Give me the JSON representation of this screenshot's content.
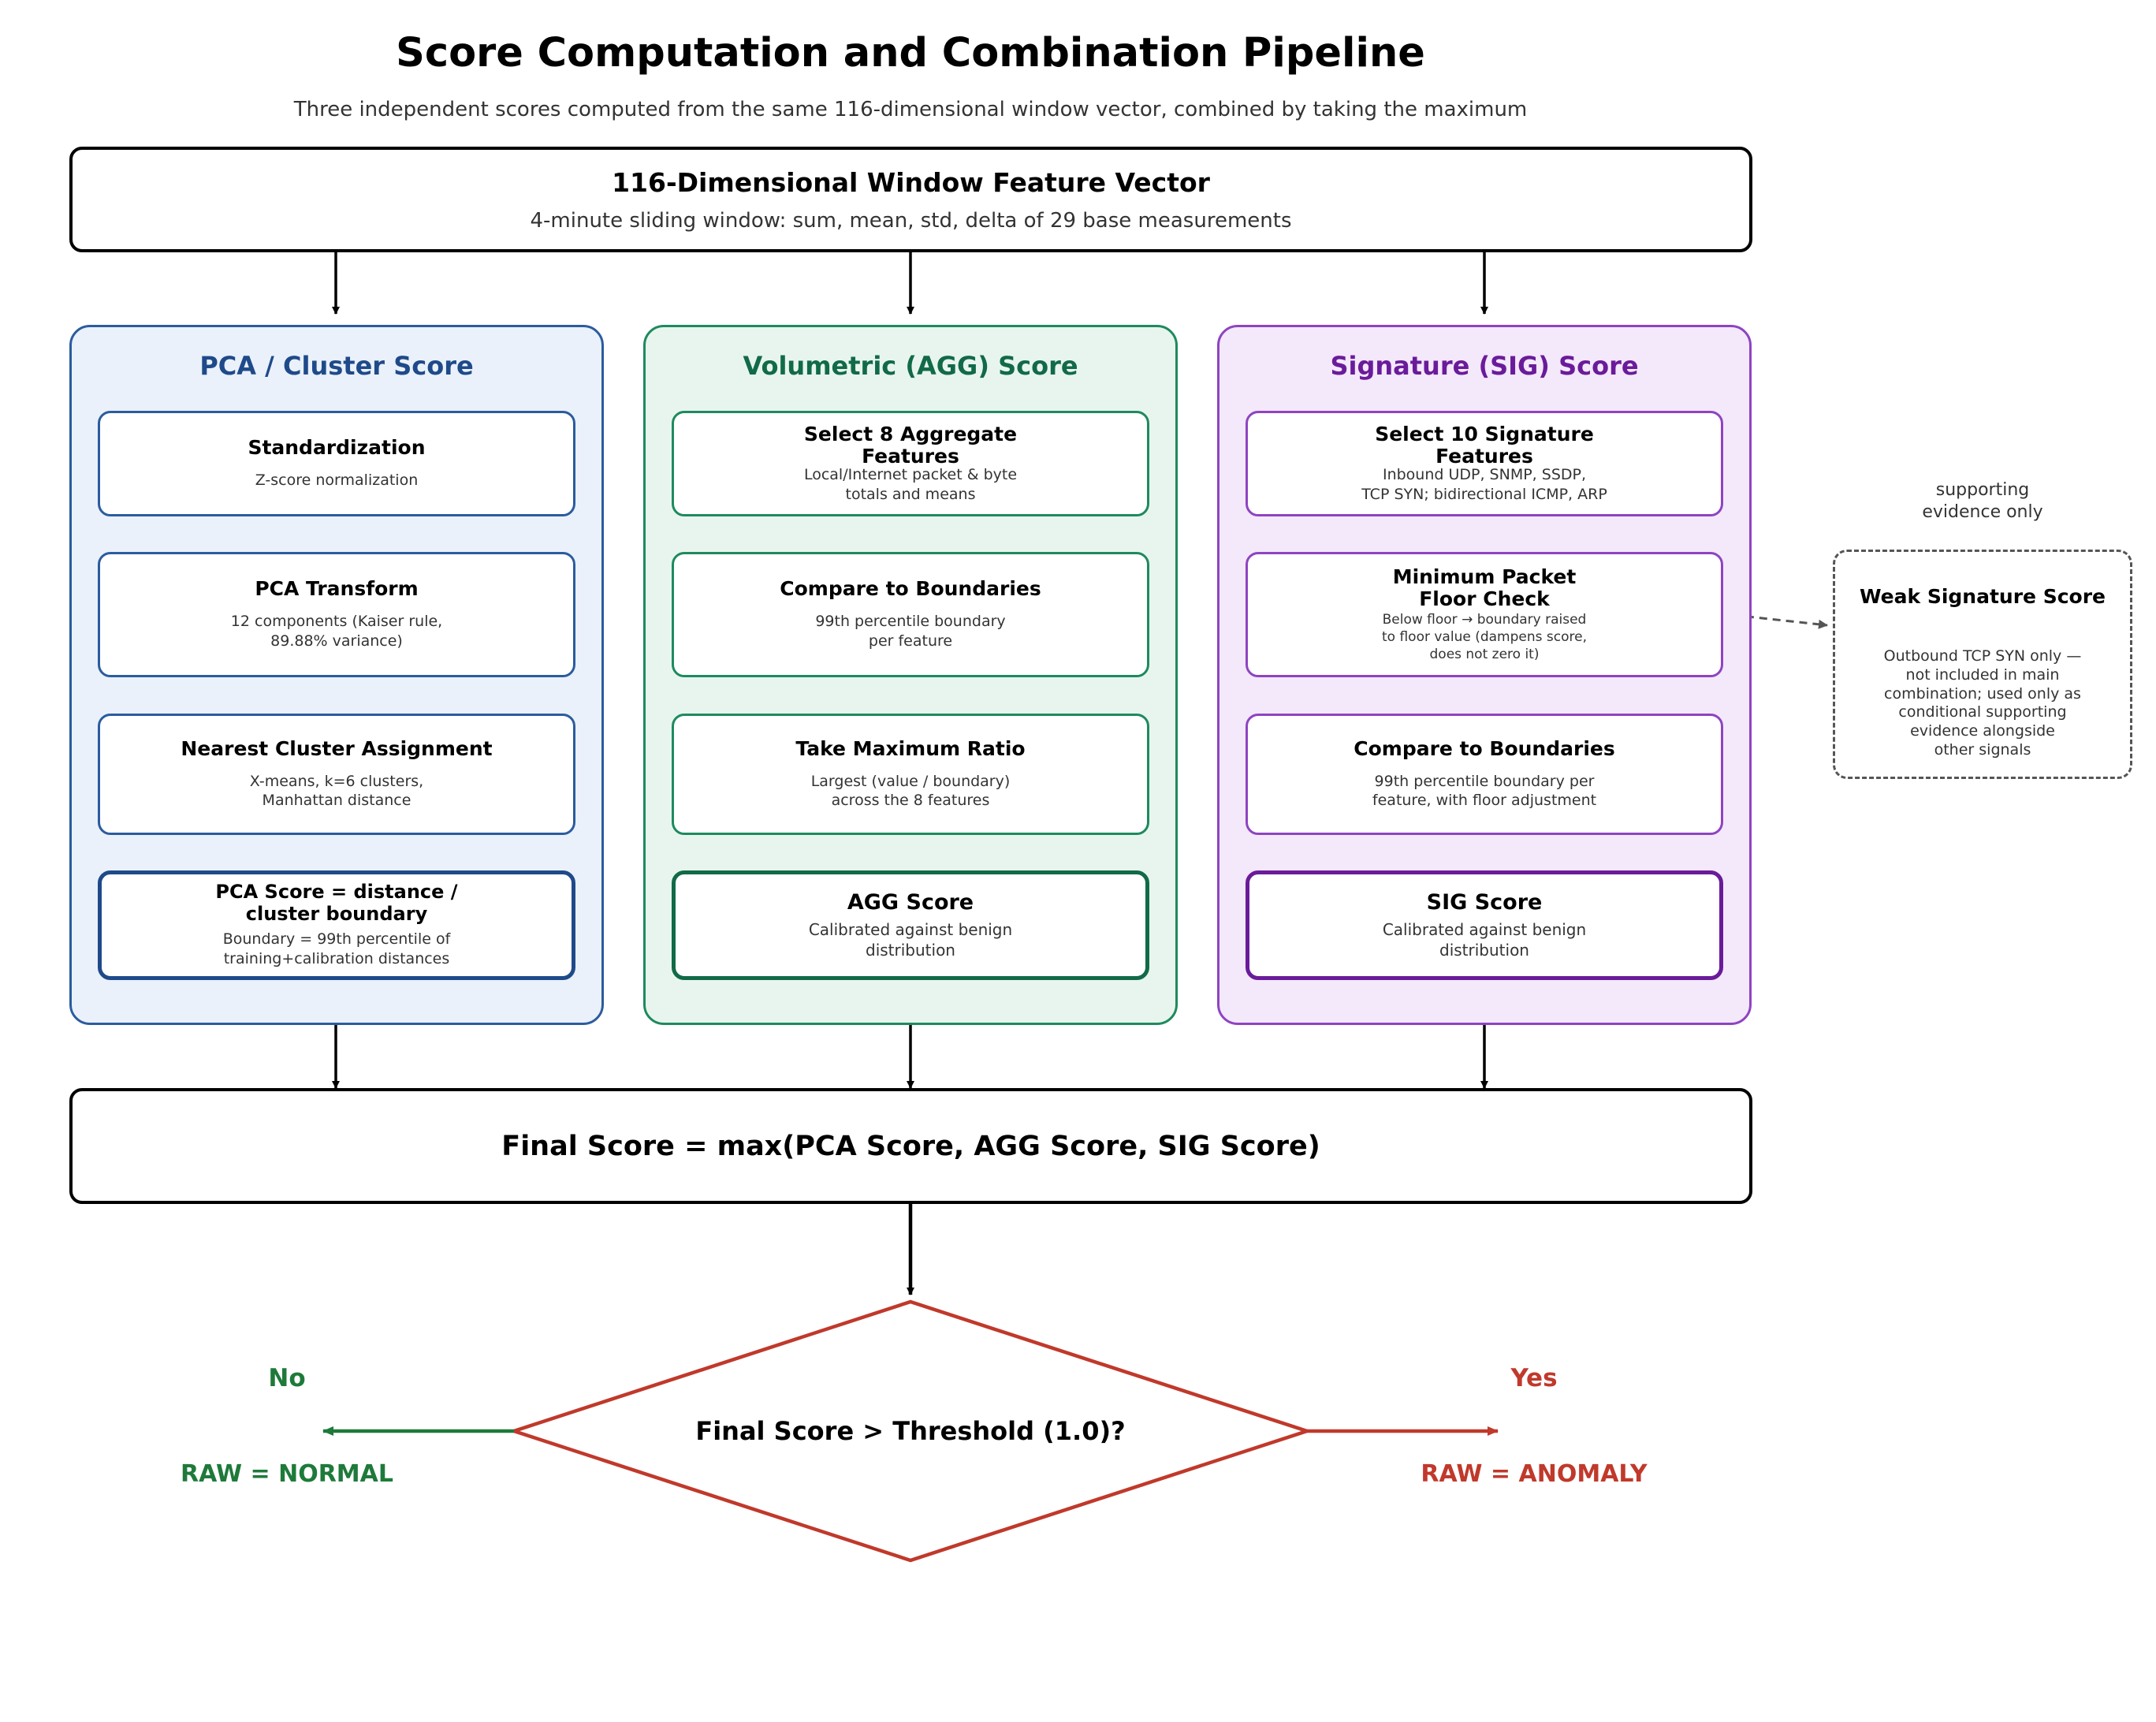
{
  "title": "Score Computation and Combination Pipeline",
  "subtitle": "Three independent scores computed from the same 116-dimensional window vector, combined by taking the maximum",
  "input_vector": {
    "title": "116-Dimensional Window Feature Vector",
    "description": "4-minute sliding window: sum, mean, std, delta of 29 base measurements"
  },
  "columns": {
    "pca": {
      "title": "PCA / Cluster Score",
      "color": "#1f4a8a",
      "steps": [
        {
          "title": "Standardization",
          "desc": "Z-score normalization"
        },
        {
          "title": "PCA Transform",
          "desc": "12 components (Kaiser rule,\n89.88% variance)"
        },
        {
          "title": "Nearest Cluster Assignment",
          "desc": "X-means, k=6 clusters,\nManhattan distance"
        },
        {
          "title": "PCA Score = distance /\ncluster boundary",
          "desc": "Boundary = 99th percentile of\ntraining+calibration distances"
        }
      ]
    },
    "agg": {
      "title": "Volumetric (AGG) Score",
      "color": "#116a48",
      "steps": [
        {
          "title": "Select 8 Aggregate\nFeatures",
          "desc": "Local/Internet packet & byte\ntotals and means"
        },
        {
          "title": "Compare to Boundaries",
          "desc": "99th percentile boundary\nper feature"
        },
        {
          "title": "Take Maximum Ratio",
          "desc": "Largest (value / boundary)\nacross the 8 features"
        },
        {
          "title": "AGG Score",
          "desc": "Calibrated against benign\ndistribution"
        }
      ]
    },
    "sig": {
      "title": "Signature (SIG) Score",
      "color": "#6a1b9a",
      "steps": [
        {
          "title": "Select 10 Signature\nFeatures",
          "desc": "Inbound UDP, SNMP, SSDP,\nTCP SYN; bidirectional ICMP, ARP"
        },
        {
          "title": "Minimum Packet\nFloor Check",
          "desc": "Below floor → boundary raised\nto floor value (dampens score,\ndoes not zero it)"
        },
        {
          "title": "Compare to Boundaries",
          "desc": "99th percentile boundary per\nfeature, with floor adjustment"
        },
        {
          "title": "SIG Score",
          "desc": "Calibrated against benign\ndistribution"
        }
      ]
    }
  },
  "weak_signature": {
    "caption": "supporting\nevidence only",
    "title": "Weak Signature Score",
    "description": "Outbound TCP SYN only —\nnot included in main\ncombination; used only as\nconditional supporting\nevidence alongside\nother signals"
  },
  "final_score": "Final Score = max(PCA Score, AGG Score, SIG Score)",
  "decision": {
    "question": "Final Score > Threshold (1.0)?",
    "no_label": "No",
    "yes_label": "Yes",
    "no_outcome": "RAW = NORMAL",
    "yes_outcome": "RAW = ANOMALY",
    "no_color": "#1e7a3a",
    "yes_color": "#c0392b"
  }
}
